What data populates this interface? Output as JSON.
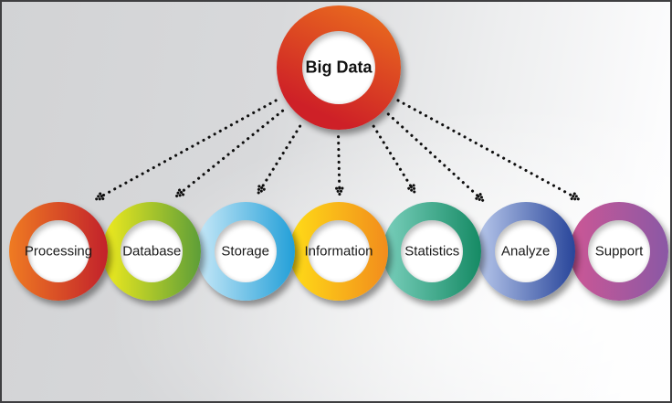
{
  "diagram": {
    "hub": {
      "label": "Big Data",
      "gradient_from": "#e96b1e",
      "gradient_to": "#ce2027"
    },
    "nodes": [
      {
        "id": "processing",
        "label": "Processing",
        "gradient_from": "#ef7b22",
        "gradient_to": "#c2212b"
      },
      {
        "id": "database",
        "label": "Database",
        "gradient_from": "#f2ec1e",
        "gradient_to": "#5d9e38"
      },
      {
        "id": "storage",
        "label": "Storage",
        "gradient_from": "#c9e9f8",
        "gradient_to": "#229fd8"
      },
      {
        "id": "information",
        "label": "Information",
        "gradient_from": "#ffdd17",
        "gradient_to": "#f28c1c"
      },
      {
        "id": "statistics",
        "label": "Statistics",
        "gradient_from": "#7bd0bd",
        "gradient_to": "#158a64"
      },
      {
        "id": "analyze",
        "label": "Analyze",
        "gradient_from": "#b9c9ec",
        "gradient_to": "#28459a"
      },
      {
        "id": "support",
        "label": "Support",
        "gradient_from": "#cd5795",
        "gradient_to": "#8a58a5"
      }
    ],
    "connector_color": "#0e0e0e",
    "label_color": "#1b1b1b",
    "border_color": "#3f3f41",
    "background_from": "#d2d3d5",
    "background_to": "#fdfdfe"
  }
}
